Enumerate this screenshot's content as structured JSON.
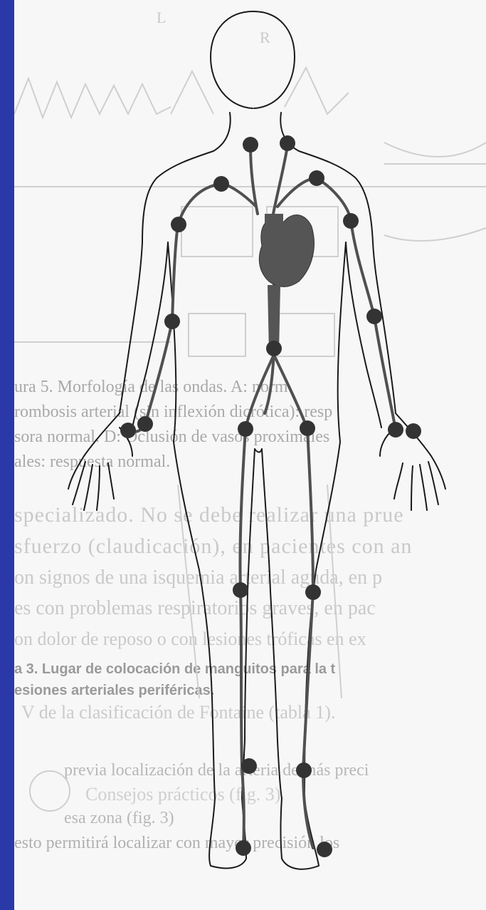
{
  "background_text": {
    "caption_1": "ura 5. Morfología de las ondas. A: norm",
    "caption_2": "rombosis arterial (sin inflexión dicrótica): resp",
    "caption_3": "sora normal. D: Oclusión de vasos proximales",
    "caption_4": "ales: respuesta normal.",
    "para_1": "specializado. No se debe realizar una prue",
    "para_2": "sfuerzo (claudicación), en pacientes con an",
    "para_3": "on signos de una isquemia arterial aguda, en p",
    "para_4": "es con problemas respiratorios graves, en pac",
    "para_5": "on dolor de reposo o con lesiones tróficas en ex",
    "caption_5": "a 3. Lugar de colocación de manguitos para la t",
    "caption_6": "esiones arteriales periféricas.",
    "para_6": "V de la clasificación de Fontaine (tabla 1).",
    "para_7": "previa localización de la arteria de más preci",
    "para_8": "Consejos prácticos (fig. 3)",
    "para_9": "esa zona (fig. 3)",
    "para_10": "esto permitirá localizar con mayor precisión los",
    "wave_label_1": "L",
    "wave_label_2": "R"
  },
  "colors": {
    "frame": "#2b39a8",
    "paper": "#f7f7f7",
    "outline": "#1a1a1a",
    "artery": "#505050",
    "heart": "#555555",
    "dot": "#333333"
  },
  "pulse_points": [
    "carotid-right",
    "carotid-left",
    "subclavian-right",
    "subclavian-left",
    "brachial-upper-right",
    "brachial-upper-left",
    "brachial-elbow-right",
    "brachial-elbow-left",
    "aorta",
    "radial-right",
    "ulnar-right",
    "radial-left",
    "ulnar-left",
    "femoral-right",
    "femoral-left",
    "popliteal-right",
    "popliteal-left",
    "tibial-right",
    "tibial-left",
    "pedal-right",
    "pedal-left"
  ]
}
